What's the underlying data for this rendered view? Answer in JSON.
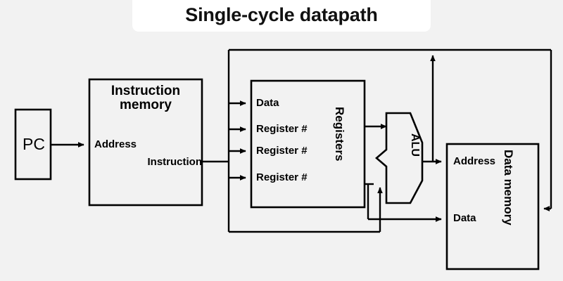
{
  "title": "Single-cycle datapath",
  "background_color": "#f2f2f2",
  "stroke_color": "#000000",
  "block_fill": "#f2f2f2",
  "banner_fill": "#ffffff",
  "blocks": {
    "pc": {
      "label": "PC"
    },
    "instruction_memory": {
      "title_line1": "Instruction",
      "title_line2": "memory",
      "address_label": "Address",
      "instruction_label": "Instruction"
    },
    "registers": {
      "side_label": "Registers",
      "inputs": [
        {
          "label": "Data"
        },
        {
          "label": "Register #"
        },
        {
          "label": "Register #"
        },
        {
          "label": "Register #"
        }
      ]
    },
    "alu": {
      "label": "ALU"
    },
    "data_memory": {
      "side_label": "Data memory",
      "address_label": "Address",
      "data_label": "Data"
    }
  }
}
